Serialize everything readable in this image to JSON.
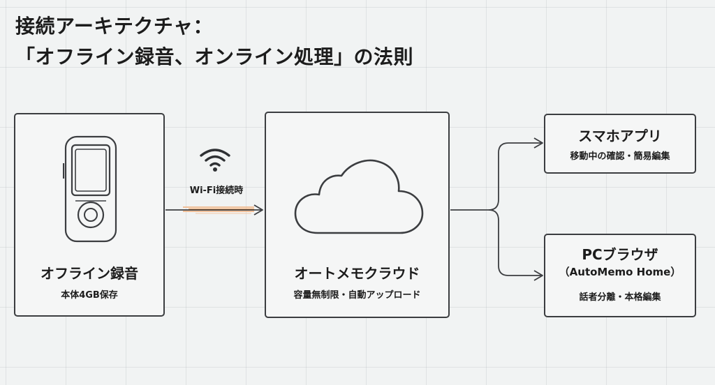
{
  "title": {
    "line1": "接続アーキテクチャ：",
    "line2": "「オフライン録音、オンライン処理」の法則"
  },
  "nodes": {
    "device": {
      "icon": "voice-recorder-icon",
      "label": "オフライン録音",
      "sublabel": "本体4GB保存"
    },
    "cloud": {
      "icon": "cloud-icon",
      "label": "オートメモクラウド",
      "sublabel": "容量無制限・自動アップロード"
    },
    "app": {
      "label": "スマホアプリ",
      "sublabel": "移動中の確認・簡易編集"
    },
    "pc": {
      "label": "PCブラウザ",
      "label2": "（AutoMemo Home）",
      "sublabel": "話者分離・本格編集"
    }
  },
  "connection": {
    "icon": "wifi-icon",
    "label": "Wi-Fi接続時",
    "highlight_color": "#f0a060"
  },
  "colors": {
    "background": "#f1f3f3",
    "stroke": "#3b3d40",
    "text": "#1c1c1c"
  }
}
